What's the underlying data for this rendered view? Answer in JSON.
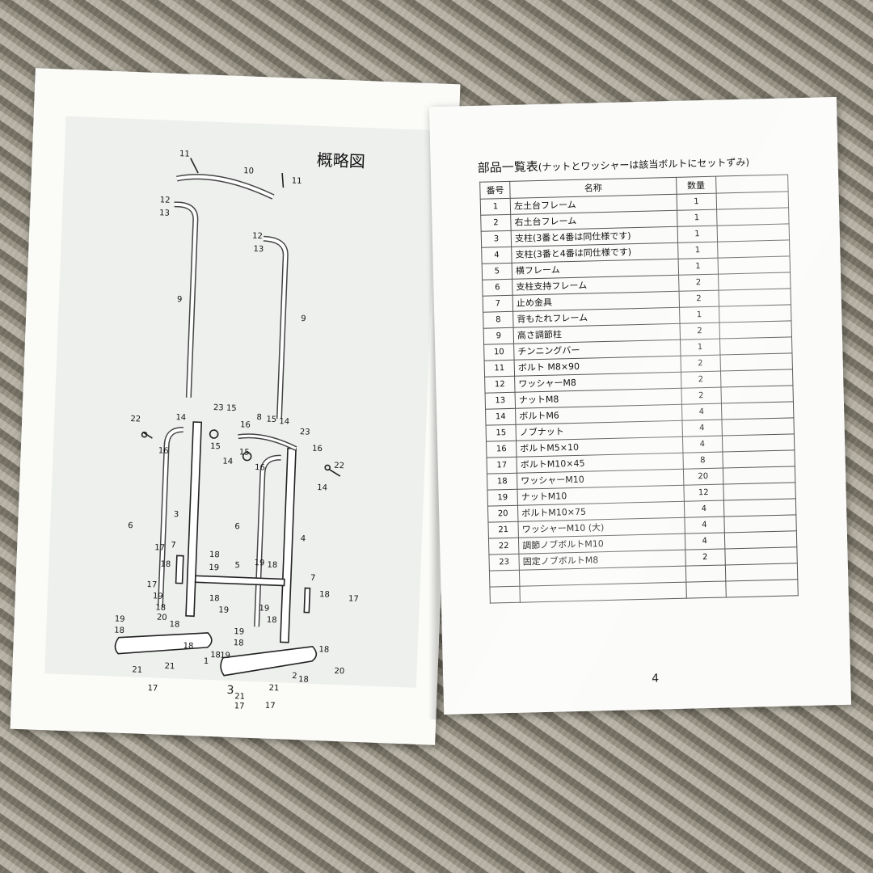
{
  "left_page": {
    "title": "概略図",
    "page_number": "3",
    "callouts": [
      "1",
      "2",
      "3",
      "4",
      "5",
      "6",
      "7",
      "8",
      "9",
      "10",
      "11",
      "12",
      "13",
      "14",
      "15",
      "16",
      "17",
      "18",
      "19",
      "20",
      "21",
      "22",
      "23"
    ]
  },
  "right_page": {
    "title": "部品一覧表",
    "title_note": "(ナットとワッシャーは該当ボルトにセットずみ)",
    "page_number": "4",
    "headers": {
      "no": "番号",
      "name": "名称",
      "qty": "数量"
    },
    "rows": [
      {
        "no": "1",
        "name": "左土台フレーム",
        "qty": "1"
      },
      {
        "no": "2",
        "name": "右土台フレーム",
        "qty": "1"
      },
      {
        "no": "3",
        "name": "支柱(3番と4番は同仕様です)",
        "qty": "1"
      },
      {
        "no": "4",
        "name": "支柱(3番と4番は同仕様です)",
        "qty": "1"
      },
      {
        "no": "5",
        "name": "横フレーム",
        "qty": "1"
      },
      {
        "no": "6",
        "name": "支柱支持フレーム",
        "qty": "2"
      },
      {
        "no": "7",
        "name": "止め金具",
        "qty": "2"
      },
      {
        "no": "8",
        "name": "背もたれフレーム",
        "qty": "1"
      },
      {
        "no": "9",
        "name": "高さ調節柱",
        "qty": "2"
      },
      {
        "no": "10",
        "name": "チンニングバー",
        "qty": "1"
      },
      {
        "no": "11",
        "name": "ボルト M8×90",
        "qty": "2"
      },
      {
        "no": "12",
        "name": "ワッシャーM8",
        "qty": "2"
      },
      {
        "no": "13",
        "name": "ナットM8",
        "qty": "2"
      },
      {
        "no": "14",
        "name": "ボルトM6",
        "qty": "4"
      },
      {
        "no": "15",
        "name": "ノブナット",
        "qty": "4"
      },
      {
        "no": "16",
        "name": "ボルトM5×10",
        "qty": "4"
      },
      {
        "no": "17",
        "name": "ボルトM10×45",
        "qty": "8"
      },
      {
        "no": "18",
        "name": "ワッシャーM10",
        "qty": "20"
      },
      {
        "no": "19",
        "name": "ナットM10",
        "qty": "12"
      },
      {
        "no": "20",
        "name": "ボルトM10×75",
        "qty": "4"
      },
      {
        "no": "21",
        "name": "ワッシャーM10 (大)",
        "qty": "4"
      },
      {
        "no": "22",
        "name": "調節ノブボルトM10",
        "qty": "4"
      },
      {
        "no": "23",
        "name": "固定ノブボルトM8",
        "qty": "2"
      },
      {
        "no": "",
        "name": "",
        "qty": ""
      },
      {
        "no": "",
        "name": "",
        "qty": ""
      }
    ]
  }
}
